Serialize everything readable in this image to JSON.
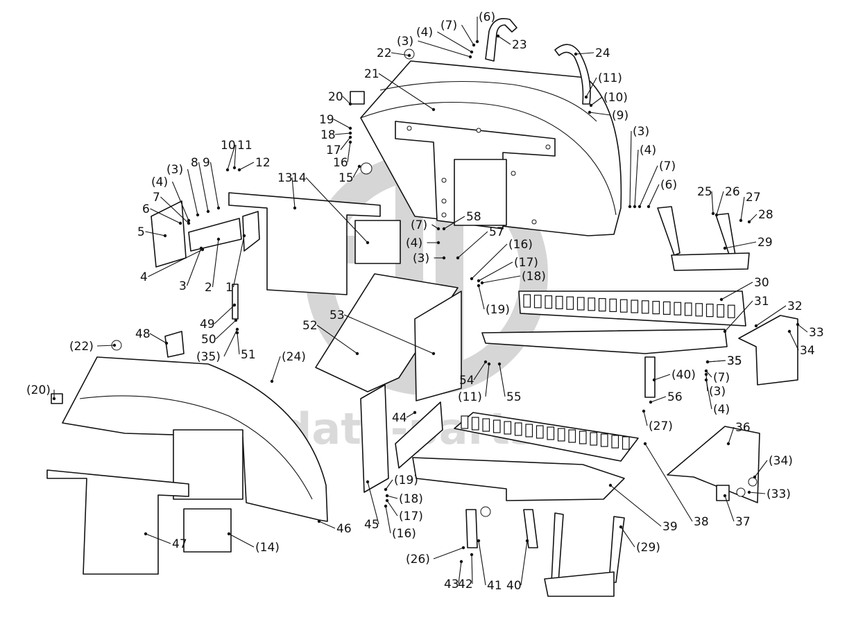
{
  "watermark": {
    "text": "data-parts",
    "color": "#d6d6d6"
  },
  "labels": [
    {
      "id": "l1",
      "text": "1"
    },
    {
      "id": "l2",
      "text": "2"
    },
    {
      "id": "l3",
      "text": "3"
    },
    {
      "id": "l3b",
      "text": "(3)"
    },
    {
      "id": "l4",
      "text": "4"
    },
    {
      "id": "l4b",
      "text": "(4)"
    },
    {
      "id": "l5",
      "text": "5"
    },
    {
      "id": "l6",
      "text": "6"
    },
    {
      "id": "l7",
      "text": "7"
    },
    {
      "id": "l8",
      "text": "8"
    },
    {
      "id": "l9",
      "text": "9"
    },
    {
      "id": "l10",
      "text": "10"
    },
    {
      "id": "l11",
      "text": "11"
    },
    {
      "id": "l12",
      "text": "12"
    },
    {
      "id": "l13",
      "text": "13"
    },
    {
      "id": "l14",
      "text": "14"
    },
    {
      "id": "l15",
      "text": "15"
    },
    {
      "id": "l16",
      "text": "16"
    },
    {
      "id": "l17",
      "text": "17"
    },
    {
      "id": "l18",
      "text": "18"
    },
    {
      "id": "l19",
      "text": "19"
    },
    {
      "id": "l20",
      "text": "20"
    },
    {
      "id": "l21",
      "text": "21"
    },
    {
      "id": "l22",
      "text": "22"
    },
    {
      "id": "l23",
      "text": "23"
    },
    {
      "id": "l24",
      "text": "24"
    },
    {
      "id": "t3",
      "text": "(3)"
    },
    {
      "id": "t4",
      "text": "(4)"
    },
    {
      "id": "t7",
      "text": "(7)"
    },
    {
      "id": "t6",
      "text": "(6)"
    },
    {
      "id": "r11",
      "text": "(11)"
    },
    {
      "id": "r10",
      "text": "(10)"
    },
    {
      "id": "r9",
      "text": "(9)"
    },
    {
      "id": "r3",
      "text": "(3)"
    },
    {
      "id": "r4",
      "text": "(4)"
    },
    {
      "id": "r7",
      "text": "(7)"
    },
    {
      "id": "r6",
      "text": "(6)"
    },
    {
      "id": "l25",
      "text": "25"
    },
    {
      "id": "l26",
      "text": "26"
    },
    {
      "id": "l27",
      "text": "27"
    },
    {
      "id": "l28",
      "text": "28"
    },
    {
      "id": "l29",
      "text": "29"
    },
    {
      "id": "l30",
      "text": "30"
    },
    {
      "id": "l31",
      "text": "31"
    },
    {
      "id": "l32",
      "text": "32"
    },
    {
      "id": "l33",
      "text": "33"
    },
    {
      "id": "l34",
      "text": "34"
    },
    {
      "id": "l35",
      "text": "35"
    },
    {
      "id": "m7",
      "text": "(7)"
    },
    {
      "id": "m4",
      "text": "(4)"
    },
    {
      "id": "m3",
      "text": "(3)"
    },
    {
      "id": "l58",
      "text": "58"
    },
    {
      "id": "l57",
      "text": "57"
    },
    {
      "id": "m16",
      "text": "(16)"
    },
    {
      "id": "m17",
      "text": "(17)"
    },
    {
      "id": "m18",
      "text": "(18)"
    },
    {
      "id": "m19",
      "text": "(19)"
    },
    {
      "id": "r35",
      "text": "35"
    },
    {
      "id": "r7b",
      "text": "(7)"
    },
    {
      "id": "r3b",
      "text": "(3)"
    },
    {
      "id": "r4b",
      "text": "(4)"
    },
    {
      "id": "r40",
      "text": "(40)"
    },
    {
      "id": "l56",
      "text": "56"
    },
    {
      "id": "r27",
      "text": "(27)"
    },
    {
      "id": "l49",
      "text": "49"
    },
    {
      "id": "l50",
      "text": "50"
    },
    {
      "id": "l48",
      "text": "48"
    },
    {
      "id": "l35b",
      "text": "(35)"
    },
    {
      "id": "l51",
      "text": "51"
    },
    {
      "id": "l22b",
      "text": "(22)"
    },
    {
      "id": "l24b",
      "text": "(24)"
    },
    {
      "id": "l20b",
      "text": "(20)"
    },
    {
      "id": "l52",
      "text": "52"
    },
    {
      "id": "l53",
      "text": "53"
    },
    {
      "id": "l54",
      "text": "54"
    },
    {
      "id": "l11b",
      "text": "(11)"
    },
    {
      "id": "l55",
      "text": "55"
    },
    {
      "id": "l44",
      "text": "44"
    },
    {
      "id": "l45",
      "text": "45"
    },
    {
      "id": "l46",
      "text": "46"
    },
    {
      "id": "l47",
      "text": "47"
    },
    {
      "id": "l14b",
      "text": "(14)"
    },
    {
      "id": "b19",
      "text": "(19)"
    },
    {
      "id": "b18",
      "text": "(18)"
    },
    {
      "id": "b17",
      "text": "(17)"
    },
    {
      "id": "b16",
      "text": "(16)"
    },
    {
      "id": "l36",
      "text": "36"
    },
    {
      "id": "r34",
      "text": "(34)"
    },
    {
      "id": "r33",
      "text": "(33)"
    },
    {
      "id": "l37",
      "text": "37"
    },
    {
      "id": "l38",
      "text": "38"
    },
    {
      "id": "l39",
      "text": "39"
    },
    {
      "id": "r29",
      "text": "(29)"
    },
    {
      "id": "b26",
      "text": "(26)"
    },
    {
      "id": "l43",
      "text": "43"
    },
    {
      "id": "l42",
      "text": "42"
    },
    {
      "id": "l41",
      "text": "41"
    },
    {
      "id": "l40",
      "text": "40"
    }
  ]
}
